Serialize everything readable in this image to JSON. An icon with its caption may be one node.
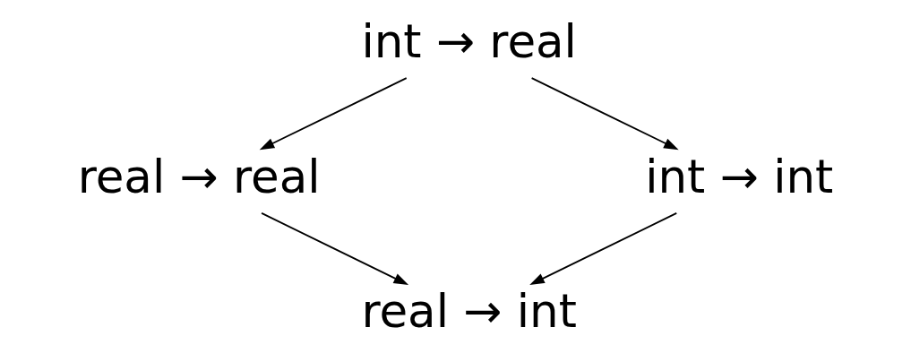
{
  "diagram": {
    "nodes": [
      {
        "text": [
          "int → real"
        ]
      },
      {
        "text": [
          "real → real"
        ]
      },
      {
        "text": [
          "int → int"
        ]
      },
      {
        "text": [
          "real → int"
        ]
      }
    ],
    "edges": [
      {
        "from": 0,
        "to": 1,
        "arrow": "to"
      },
      {
        "from": 0,
        "to": 2,
        "arrow": "to"
      },
      {
        "from": 1,
        "to": 3,
        "arrow": "to"
      },
      {
        "from": 2,
        "to": 3,
        "arrow": "to"
      }
    ]
  }
}
